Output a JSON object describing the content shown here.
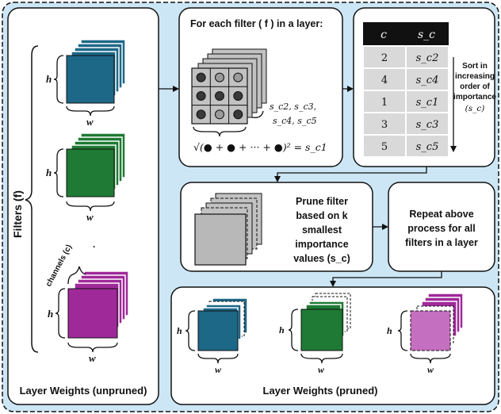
{
  "colors": {
    "background": "#cce6f5",
    "panel": "#ffffff",
    "blue_filter": "#1d6787",
    "green_filter": "#1e7a34",
    "magenta_filter": "#a0299a",
    "magenta_light": "#c56fc0",
    "gray_filter": "#b8b8b8",
    "table_header": "#111111",
    "table_row": "#d9d9d9"
  },
  "left_panel": {
    "side_label": "Filters (f)",
    "channels_label": "channels (c)",
    "h_label": "h",
    "w_label": "w",
    "dots": ".",
    "caption": "Layer Weights (unpruned)"
  },
  "step1": {
    "title": "For each filter ( f ) in a layer:",
    "channel_list_line1": "s_c2, s_c3,",
    "channel_list_line2": "s_c4, s_c5",
    "formula": "√(● + ● + ··· + ●)² = s_c1"
  },
  "step2": {
    "headers": [
      "c",
      "s_c"
    ],
    "rows": [
      {
        "c": "2",
        "s": "s_c2"
      },
      {
        "c": "4",
        "s": "s_c4"
      },
      {
        "c": "1",
        "s": "s_c1"
      },
      {
        "c": "3",
        "s": "s_c3"
      },
      {
        "c": "5",
        "s": "s_c5"
      }
    ],
    "sort_lines": [
      "Sort in",
      "increasing",
      "order of",
      "importance",
      "(s_c)"
    ]
  },
  "step3": {
    "lines": [
      "Prune filter",
      "based on k",
      "smallest",
      "importance",
      "values (s_c)"
    ]
  },
  "step4": {
    "lines": [
      "Repeat above",
      "process for all",
      "filters in a layer"
    ]
  },
  "bottom_panel": {
    "caption": "Layer Weights (pruned)",
    "h_label": "h",
    "w_label": "w"
  }
}
